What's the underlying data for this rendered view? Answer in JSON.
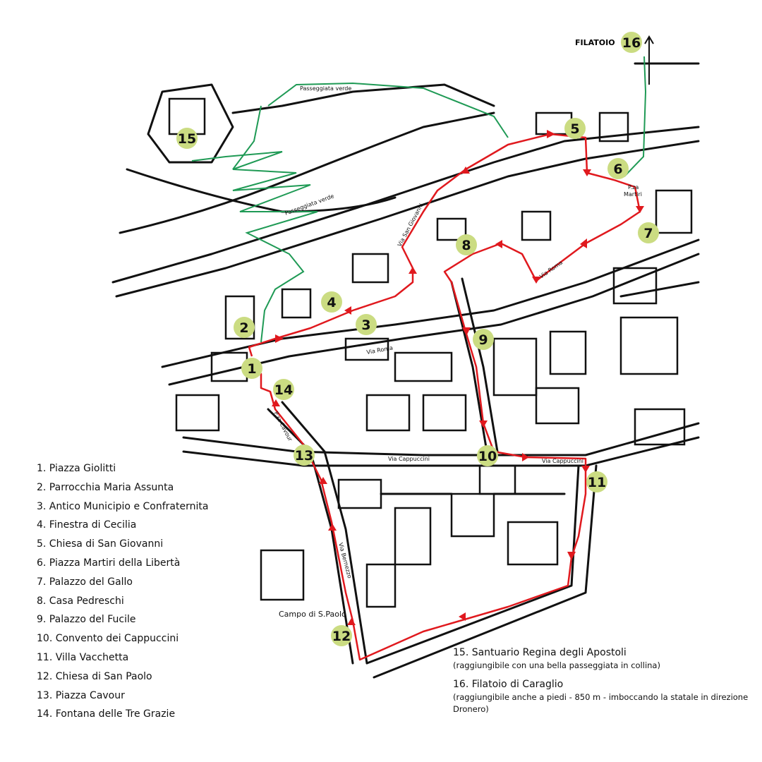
{
  "title_label": "FILATOIO",
  "colors": {
    "route": "#e0191e",
    "green_path": "#1f9a55",
    "marker": "#cbdc82"
  },
  "markers": [
    "1",
    "2",
    "3",
    "4",
    "5",
    "6",
    "7",
    "8",
    "9",
    "10",
    "11",
    "12",
    "13",
    "14",
    "15",
    "16"
  ],
  "streets": {
    "passeggiata_1": "Passeggiata verde",
    "passeggiata_2": "Passeggiata verde",
    "via_san_giovanni": "Via San Giovanni",
    "via_roma_1": "Via Roma",
    "via_roma_2": "Via Roma",
    "via_cappuccini_1": "Via Cappuccini",
    "via_cappuccini_2": "Via Cappuccini",
    "pza_cavour": "P.za Cavour",
    "pza_martiri_1": "P.za",
    "pza_martiri_2": "Martiri",
    "via_bernezzo": "Via Bernezzo",
    "campo": "Campo di S.Paolo"
  },
  "legend": [
    "1. Piazza Giolitti",
    "2. Parrocchia Maria Assunta",
    "3. Antico Municipio e Confraternita",
    "4. Finestra di Cecilia",
    "5. Chiesa di San Giovanni",
    "6. Piazza Martiri della Libertà",
    "7. Palazzo del Gallo",
    "8. Casa Pedreschi",
    "9. Palazzo del Fucile",
    "10. Convento dei Cappuccini",
    "11. Villa Vacchetta",
    "12. Chiesa di San Paolo",
    "13. Piazza Cavour",
    "14. Fontana delle Tre Grazie"
  ],
  "legend_extra": [
    {
      "title": "15. Santuario Regina degli Apostoli",
      "note": "(raggiungibile con una bella passeggiata in collina)"
    },
    {
      "title": "16. Filatoio di Caraglio",
      "note": "(raggiungibile anche a piedi - 850 m - imboccando la statale in direzione Dronero)"
    }
  ]
}
